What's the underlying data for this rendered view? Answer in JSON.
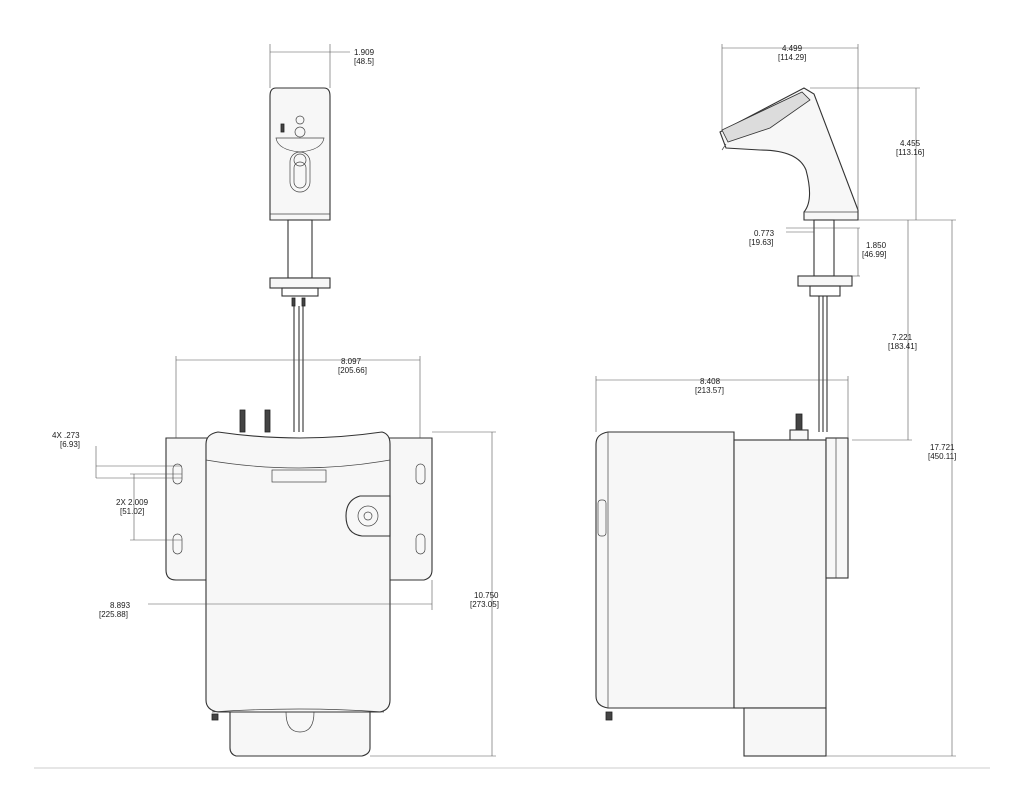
{
  "dimensions": {
    "front_width": {
      "in": "1.909",
      "mm": "[48.5]"
    },
    "box_width": {
      "in": "8.097",
      "mm": "[205.66]"
    },
    "slot_size": {
      "in": "4X .273",
      "mm": "[6.93]"
    },
    "slot_spacing": {
      "in": "2X 2.009",
      "mm": "[51.02]"
    },
    "bracket_width": {
      "in": "8.893",
      "mm": "[225.88]"
    },
    "box_height": {
      "in": "10.750",
      "mm": "[273.05]"
    },
    "spout_reach": {
      "in": "4.499",
      "mm": "[114.29]"
    },
    "spout_height": {
      "in": "4.455",
      "mm": "[113.16]"
    },
    "shank_dia": {
      "in": "0.773",
      "mm": "[19.63]"
    },
    "shank_length": {
      "in": "1.850",
      "mm": "[46.99]"
    },
    "tube_length": {
      "in": "7.221",
      "mm": "[183.41]"
    },
    "box_depth": {
      "in": "8.408",
      "mm": "[213.57]"
    },
    "overall_height": {
      "in": "17.721",
      "mm": "[450.11]"
    }
  }
}
